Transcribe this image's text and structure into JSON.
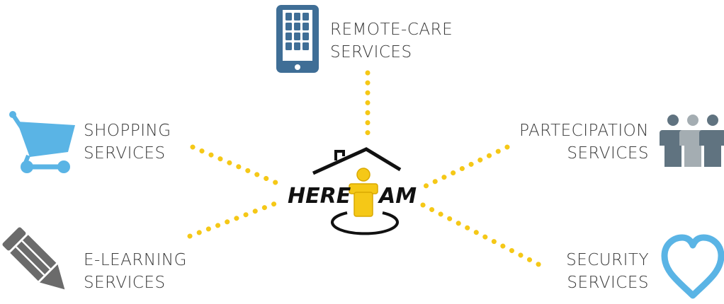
{
  "center": {
    "logo_left": "HERE",
    "logo_right": "AM"
  },
  "services": {
    "remote_care": {
      "line1": "REMOTE-CARE",
      "line2": "SERVICES",
      "icon": "tablet-icon",
      "color": "#3f6e96"
    },
    "shopping": {
      "line1": "SHOPPING",
      "line2": "SERVICES",
      "icon": "shopping-cart-icon",
      "color": "#5ab4e5"
    },
    "partecipation": {
      "line1": "PARTECIPATION",
      "line2": "SERVICES",
      "icon": "people-icon",
      "color": "#7a8a93"
    },
    "elearning": {
      "line1": "E-LEARNING",
      "line2": "SERVICES",
      "icon": "pencil-icon",
      "color": "#6b6b6b"
    },
    "security": {
      "line1": "SECURITY",
      "line2": "SERVICES",
      "icon": "heart-icon",
      "color": "#5ab4e5"
    }
  },
  "colors": {
    "connector": "#f5c817",
    "text": "#3a3a3a"
  }
}
